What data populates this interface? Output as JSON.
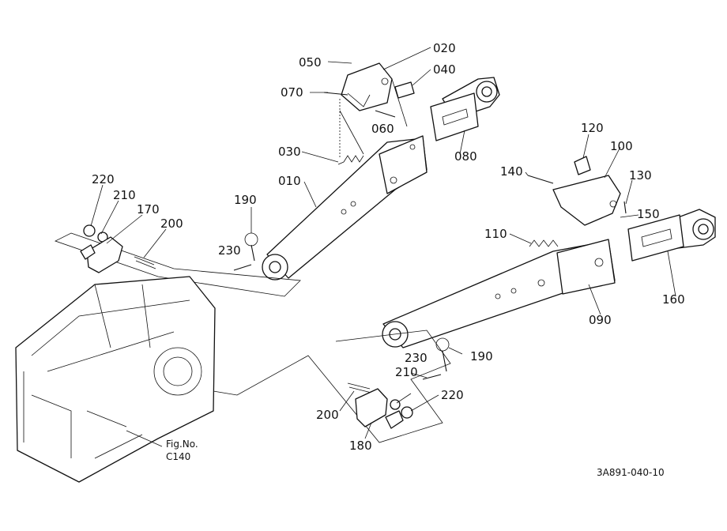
{
  "labels": {
    "p050": "050",
    "p020": "020",
    "p040": "040",
    "p070": "070",
    "p060": "060",
    "p030": "030",
    "p080": "080",
    "p010": "010",
    "p120": "120",
    "p100": "100",
    "p140": "140",
    "p130": "130",
    "p150": "150",
    "p110": "110",
    "p160": "160",
    "p090": "090",
    "p190a": "190",
    "p230a": "230",
    "p220a": "220",
    "p210a": "210",
    "p170": "170",
    "p200a": "200",
    "p190b": "190",
    "p230b": "230",
    "p210b": "210",
    "p220b": "220",
    "p200b": "200",
    "p180": "180"
  },
  "figref": {
    "line1": "Fig.No.",
    "line2": "C140"
  },
  "drawing_code": "3A891-040-10"
}
